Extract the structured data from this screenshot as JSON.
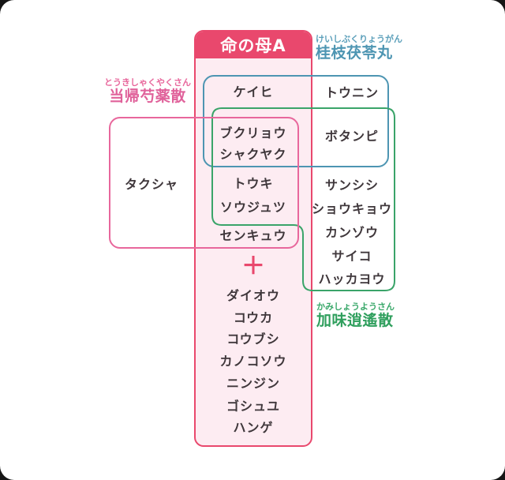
{
  "product": {
    "name": "命の母A",
    "plus": "＋"
  },
  "formulas": {
    "toukishakuyakusan": {
      "furigana": "とうきしゃくやくさん",
      "name": "当帰芍薬散",
      "color": "#e0619a"
    },
    "keishibukuryogan": {
      "furigana": "けいしぶくりょうがん",
      "name": "桂枝茯苓丸",
      "color": "#4d95b2"
    },
    "kamishoyosan": {
      "furigana": "かみしょうようさん",
      "name": "加味逍遙散",
      "color": "#2f9f5d"
    }
  },
  "ingredients": {
    "keihi": "ケイヒ",
    "tounin": "トウニン",
    "bukuryou": "ブクリョウ",
    "shakuyaku": "シャクヤク",
    "botanpi": "ボタンピ",
    "touki": "トウキ",
    "soujutsu": "ソウジュツ",
    "takusha": "タクシャ",
    "senkyuu": "センキュウ",
    "sanshishi": "サンシシ",
    "shoukyou": "ショウキョウ",
    "kanzou": "カンゾウ",
    "saiko": "サイコ",
    "hakkayou": "ハッカヨウ",
    "daiou": "ダイオウ",
    "kouka": "コウカ",
    "koubushi": "コウブシ",
    "kanokosou": "カノコソウ",
    "ninjin": "ニンジン",
    "goshuyu": "ゴシュユ",
    "hange": "ハンゲ"
  },
  "venn_regions": {
    "product_and_keishibukuryogan": [
      "ケイヒ"
    ],
    "keishibukuryogan_only": [
      "トウニン"
    ],
    "product_keishibukuryogan_toukishakuyakusan_kamishoyosan": [
      "ブクリョウ",
      "シャクヤク"
    ],
    "keishibukuryogan_and_kamishoyosan": [
      "ボタンピ"
    ],
    "product_toukishakuyakusan_kamishoyosan": [
      "トウキ",
      "ソウジュツ"
    ],
    "toukishakuyakusan_only": [
      "タクシャ"
    ],
    "product_and_toukishakuyakusan": [
      "センキュウ"
    ],
    "kamishoyosan_only": [
      "サンシシ",
      "ショウキョウ",
      "カンゾウ",
      "サイコ",
      "ハッカヨウ"
    ],
    "product_additional": [
      "ダイオウ",
      "コウカ",
      "コウブシ",
      "カノコソウ",
      "ニンジン",
      "ゴシュユ",
      "ハンゲ"
    ]
  },
  "colors": {
    "product_accent": "#e9486d",
    "product_fill": "#fdecf2",
    "toukishakuyakusan_outline": "#e8679c",
    "keishibukuryogan_outline": "#4d95b2",
    "kamishoyosan_outline": "#3aa469",
    "ingredient_text": "#3f373b"
  }
}
